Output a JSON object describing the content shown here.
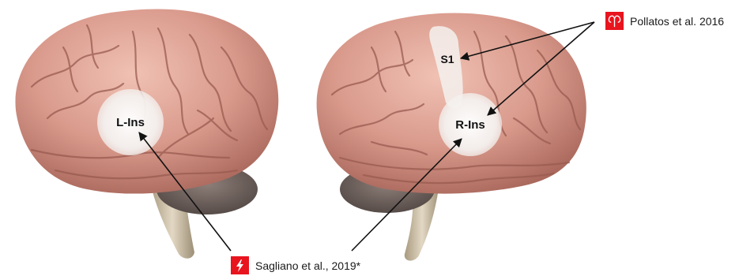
{
  "regions": {
    "left_insula": "L-Ins",
    "right_insula": "R-Ins",
    "s1": "S1"
  },
  "references": {
    "top": "Pollatos et al. 2016",
    "bottom": "Sagliano et al., 2019*"
  },
  "icons": {
    "top": "female-symbol-icon",
    "bottom": "lightning-bolt-icon"
  },
  "colors": {
    "icon_background": "#e8141e",
    "brain": "#d99a8c",
    "highlight": "#f4f1ef"
  }
}
